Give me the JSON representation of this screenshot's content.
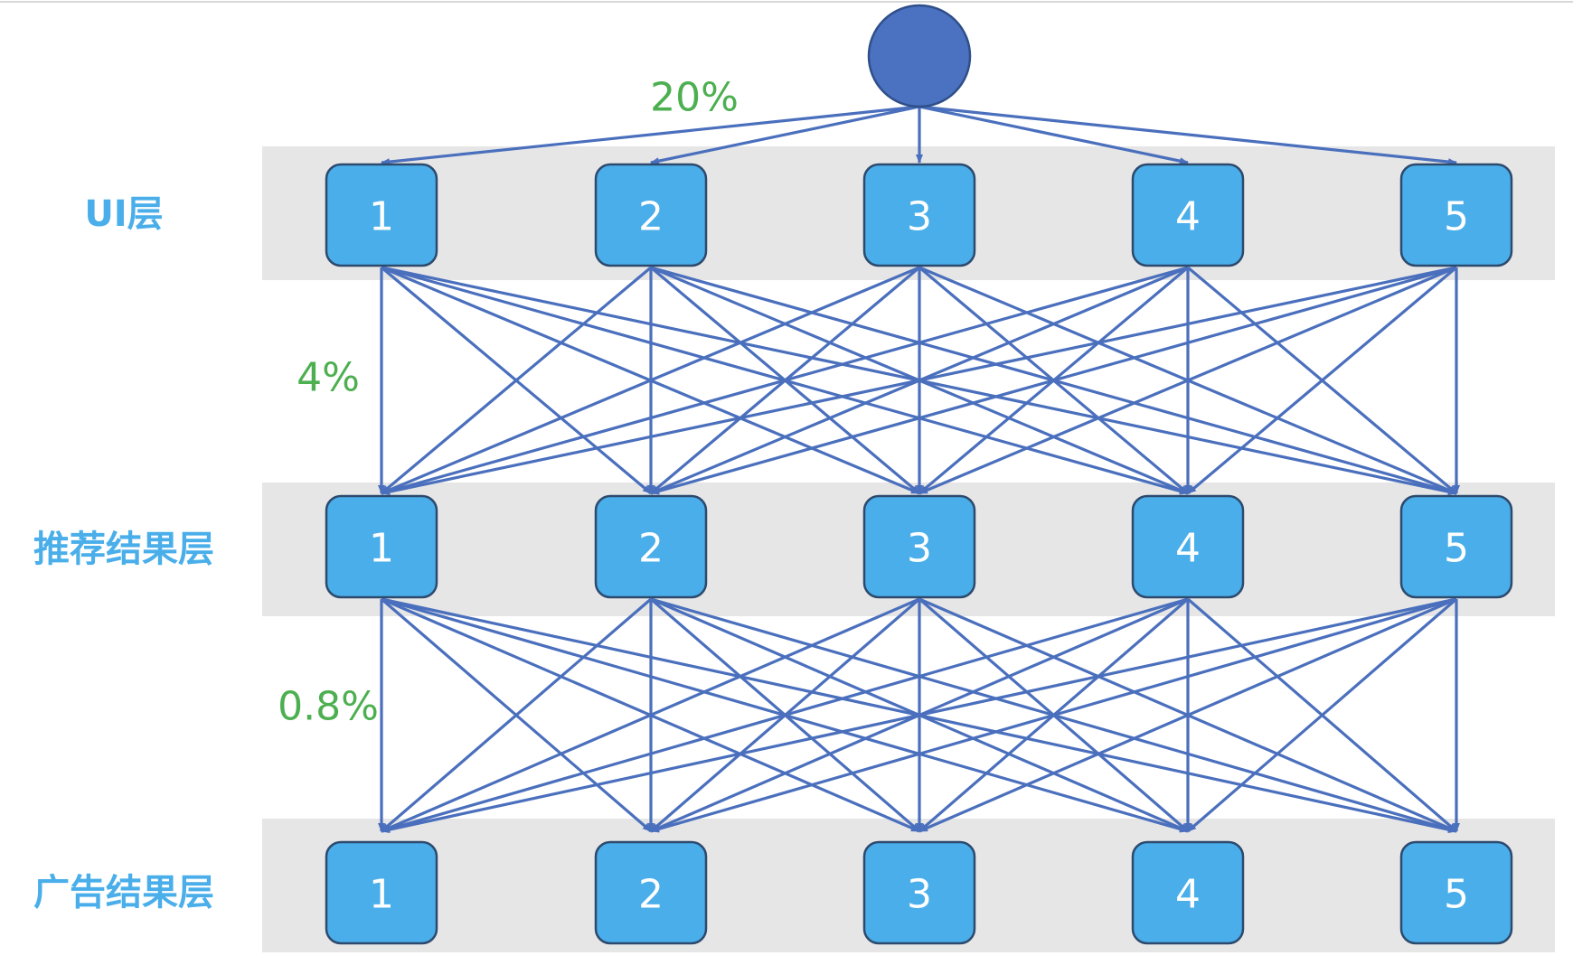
{
  "root": {
    "label": ""
  },
  "layers": [
    {
      "id": "ui",
      "label": "UI层",
      "nodes": [
        "1",
        "2",
        "3",
        "4",
        "5"
      ]
    },
    {
      "id": "recommend",
      "label": "推荐结果层",
      "nodes": [
        "1",
        "2",
        "3",
        "4",
        "5"
      ]
    },
    {
      "id": "ad",
      "label": "广告结果层",
      "nodes": [
        "1",
        "2",
        "3",
        "4",
        "5"
      ]
    }
  ],
  "percentages": {
    "root_to_ui": "20%",
    "ui_to_recommend": "4%",
    "recommend_to_ad": "0.8%"
  },
  "connections": {
    "root_to_ui": "all",
    "ui_to_recommend": "all-to-all",
    "recommend_to_ad": "all-to-all"
  },
  "colors": {
    "node_fill": "#49aee9",
    "edge": "#4a6fbd",
    "root": "#4a72c0",
    "band": "#e6e6e6",
    "layer_label": "#49aee9",
    "percent_label": "#4caf50"
  }
}
